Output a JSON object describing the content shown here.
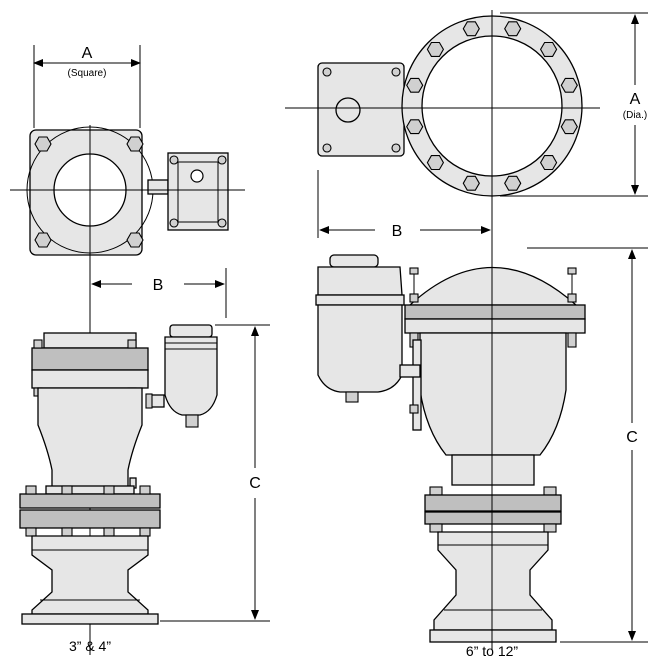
{
  "left_view": {
    "dim_a": "A",
    "dim_a_note": "(Square)",
    "dim_b": "B",
    "dim_c": "C",
    "caption": "3” & 4”"
  },
  "right_view": {
    "dim_a": "A",
    "dim_a_note": "(Dia.)",
    "dim_b": "B",
    "dim_c": "C",
    "caption": "6” to 12”"
  }
}
